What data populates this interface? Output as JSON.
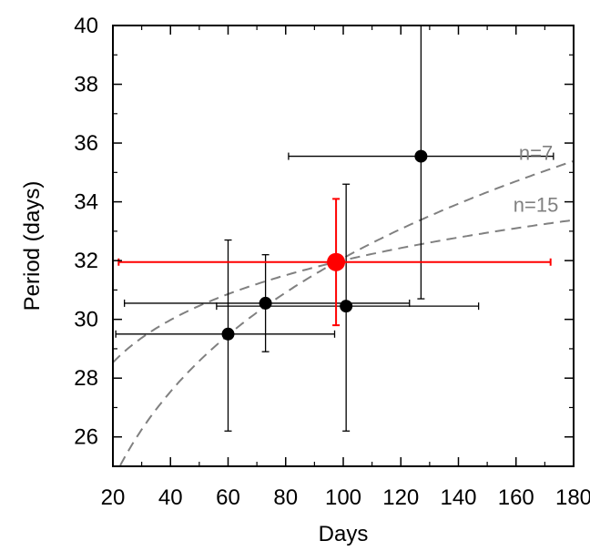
{
  "chart_data": {
    "type": "scatter",
    "xlabel": "Days",
    "ylabel": "Period (days)",
    "xlim": [
      20,
      180
    ],
    "ylim": [
      25,
      40
    ],
    "x_ticks": [
      20,
      40,
      60,
      80,
      100,
      120,
      140,
      160,
      180
    ],
    "y_ticks": [
      26,
      28,
      30,
      32,
      34,
      36,
      38,
      40
    ],
    "x_tick_labels": [
      "20",
      "40",
      "60",
      "80",
      "100",
      "120",
      "140",
      "160",
      "180"
    ],
    "y_tick_labels": [
      "26",
      "28",
      "30",
      "32",
      "34",
      "36",
      "38",
      "40"
    ],
    "grid": false,
    "points": [
      {
        "x": 60,
        "y": 29.5,
        "xerr": [
          21,
          97
        ],
        "yerr": [
          26.2,
          32.7
        ],
        "color": "#000000"
      },
      {
        "x": 73,
        "y": 30.55,
        "xerr": [
          24,
          123
        ],
        "yerr": [
          28.9,
          32.2
        ],
        "color": "#000000"
      },
      {
        "x": 101,
        "y": 30.45,
        "xerr": [
          56,
          147
        ],
        "yerr": [
          26.2,
          34.6
        ],
        "color": "#000000"
      },
      {
        "x": 127,
        "y": 35.55,
        "xerr": [
          81,
          173
        ],
        "yerr": [
          30.7,
          40
        ],
        "color": "#000000"
      },
      {
        "x": 97.5,
        "y": 31.95,
        "xerr": [
          22,
          172
        ],
        "yerr": [
          29.8,
          34.1
        ],
        "color": "#ff0000",
        "highlight": true
      }
    ],
    "curves": [
      {
        "label": "n=7",
        "n": 7,
        "x0": 97.5,
        "y0": 31.95,
        "color": "#808080",
        "dash": true
      },
      {
        "label": "n=15",
        "n": 15,
        "x0": 97.5,
        "y0": 31.95,
        "color": "#808080",
        "dash": true
      }
    ]
  }
}
